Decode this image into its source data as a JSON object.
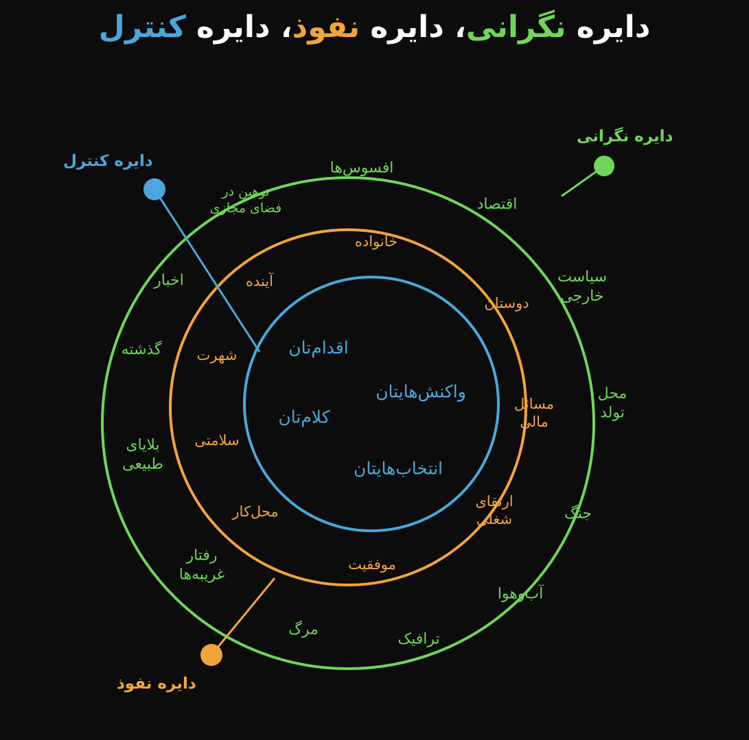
{
  "title": {
    "part1": "دایره ",
    "worry": "نگرانی",
    "part2": "، دایره ",
    "influence": "نفوذ",
    "part3": "، دایره ",
    "control": "کنترل"
  },
  "colors": {
    "worry": "#6fd65a",
    "influence": "#f3a43b",
    "control": "#4aa7dc",
    "background": "#0c0c0c"
  },
  "callouts": {
    "worry": "دایره نگرانی",
    "control": "دایره کنترل",
    "influence": "دایره نفوذ"
  },
  "worry_items": {
    "regrets": "افسوس‌ها",
    "economy": "اقتصاد",
    "insult": "توهین در\nفضای مجازی",
    "foreign": "سیاست\nخارجی",
    "news": "اخبار",
    "past": "گذشته",
    "birthplace": "محل\nتولد",
    "disasters": "بلایای\nطبیعی",
    "war": "جنگ",
    "strangers": "رفتار\nغریبه‌ها",
    "weather": "آب‌و‌هوا",
    "death": "مرگ",
    "traffic": "ترافیک"
  },
  "influence_items": {
    "family": "خانواده",
    "future": "آینده",
    "friends": "دوستان",
    "fame": "شهرت",
    "finance": "مسائل\nمالی",
    "health": "سلامتی",
    "career": "ارتقای\nشغلی",
    "workplace": "محل‌کار",
    "success": "موفقیت"
  },
  "control_items": {
    "actions": "اقدام‌تان",
    "reactions": "واکنش‌هایتان",
    "words": "کلام‌تان",
    "choices": "انتخاب‌هایتان"
  }
}
